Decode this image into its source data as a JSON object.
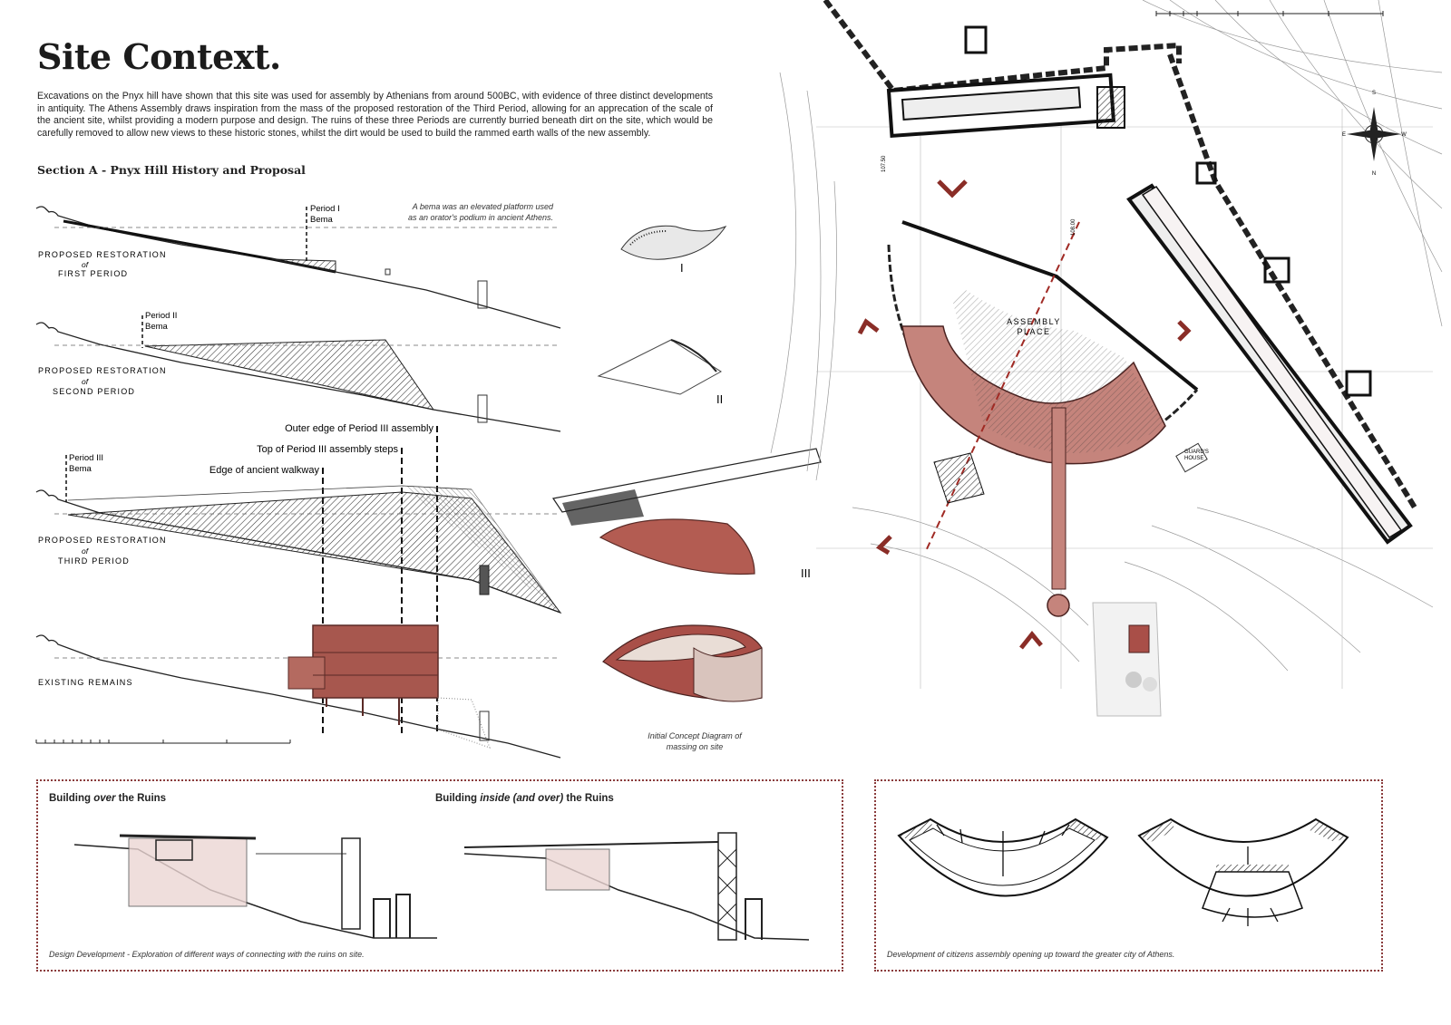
{
  "title": "Site Context.",
  "intro": "Excavations on the Pnyx hill have shown that this site was used for assembly by Athenians from around 500BC, with evidence of three distinct developments in antiquity. The Athens Assembly draws inspiration from the mass of the proposed restoration of the Third Period, allowing for an apprecation of the scale of the ancient site, whilst providing a modern purpose and design. The ruins of these three Periods are currently burried beneath dirt on the site, which would be carefully removed to allow new views to these historic stones, whilst the dirt would be used to build the rammed earth walls of the new assembly.",
  "section_heading": "Section A - Pnyx Hill History and Proposal",
  "sections": {
    "bema_note": [
      "A bema was an elevated platform used",
      "as an orator's podium in ancient Athens."
    ],
    "first": {
      "label": "PROPOSED  RESTORATION",
      "of": "of",
      "period": "FIRST  PERIOD",
      "bema": [
        "Period I",
        "Bema"
      ]
    },
    "second": {
      "label": "PROPOSED  RESTORATION",
      "of": "of",
      "period": "SECOND  PERIOD",
      "bema": [
        "Period II",
        "Bema"
      ]
    },
    "third": {
      "label": "PROPOSED  RESTORATION",
      "of": "of",
      "period": "THIRD  PERIOD",
      "bema": [
        "Period III",
        "Bema"
      ]
    },
    "existing": {
      "label": "EXISTING  REMAINS"
    },
    "annotations": {
      "outer_edge": "Outer edge of Period III assembly",
      "top_steps": "Top of Period III assembly steps",
      "walkway": "Edge of ancient walkway"
    }
  },
  "concept": {
    "roman": [
      "I",
      "II",
      "III"
    ],
    "caption": [
      "Initial Concept Diagram of",
      "massing on site"
    ]
  },
  "plan": {
    "assembly_label": [
      "ASSEMBLY",
      "PLACE"
    ],
    "guard_house": [
      "GUARD'S",
      "HOUSE"
    ],
    "compass": {
      "n": "N",
      "s": "S",
      "e": "E",
      "w": "W"
    },
    "elev_1": "107.50",
    "elev_2": "108.00"
  },
  "design_dev": {
    "heading_1_pre": "Building ",
    "heading_1_em": "over",
    "heading_1_post": " the Ruins",
    "heading_2_pre": "Building ",
    "heading_2_em": "inside (and over)",
    "heading_2_post": " the Ruins",
    "caption": "Design Development - Exploration of different ways of connecting with the ruins on site."
  },
  "citizens": {
    "caption": "Development of citizens assembly opening up toward the greater city of Athens."
  },
  "colors": {
    "accent": "#a14b45",
    "accent_fill": "#c98a83",
    "line": "#1a1a1a",
    "border": "#8a3b3b"
  }
}
